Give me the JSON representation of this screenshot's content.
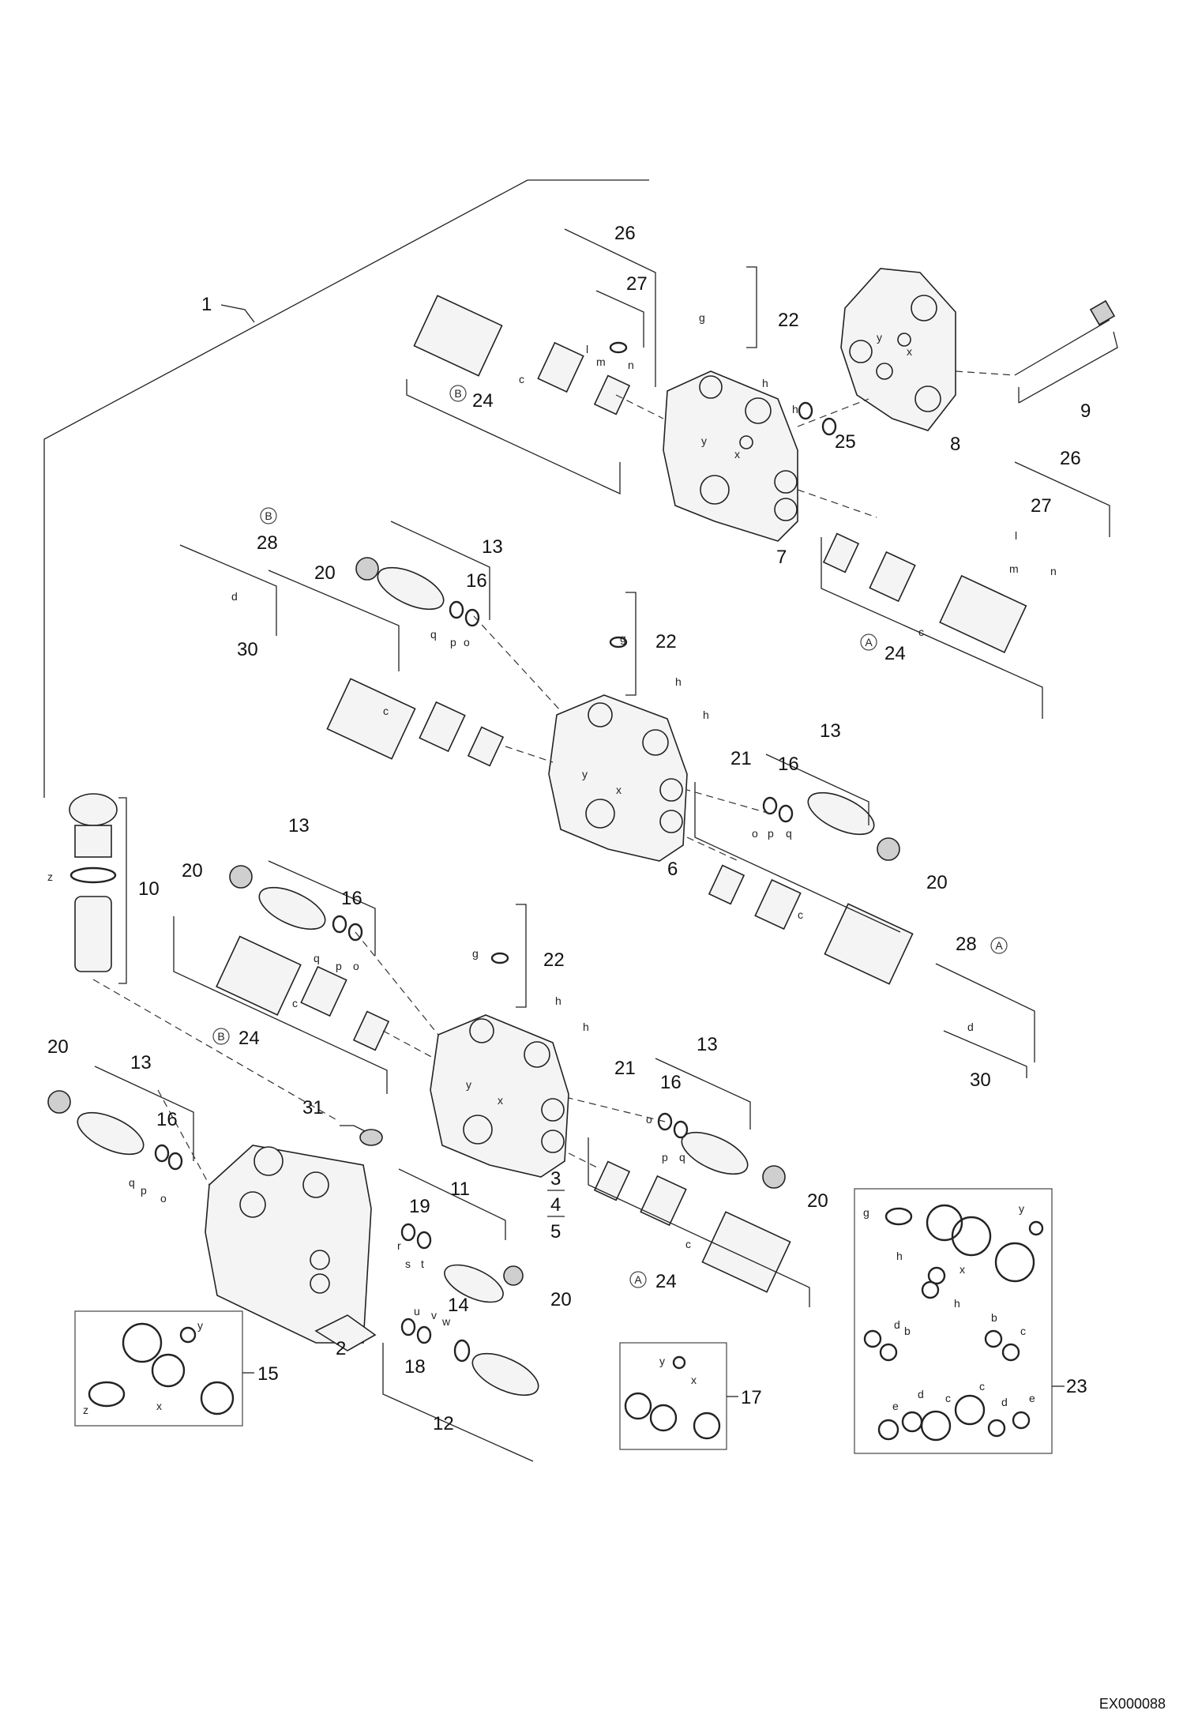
{
  "callouts": {
    "c1": "1",
    "c2": "2",
    "c3": "3",
    "c4": "4",
    "c5": "5",
    "c6": "6",
    "c7": "7",
    "c8": "8",
    "c9": "9",
    "c10": "10",
    "c11": "11",
    "c12": "12",
    "c13": "13",
    "c14": "14",
    "c15": "15",
    "c16": "16",
    "c17": "17",
    "c18": "18",
    "c19": "19",
    "c20": "20",
    "c21": "21",
    "c22": "22",
    "c23": "23",
    "c24": "24",
    "c25": "25",
    "c26": "26",
    "c27": "27",
    "c28": "28",
    "c30": "30",
    "c31": "31"
  },
  "markers": {
    "a": "A",
    "b": "B"
  },
  "seal_letters": {
    "b": "b",
    "c": "c",
    "d": "d",
    "e": "e",
    "g": "g",
    "h": "h",
    "l": "l",
    "m": "m",
    "n": "n",
    "o": "o",
    "p": "p",
    "q": "q",
    "r": "r",
    "s": "s",
    "t": "t",
    "u": "u",
    "v": "v",
    "w": "w",
    "x": "x",
    "y": "y",
    "z": "z"
  },
  "footer": {
    "code": "EX000088"
  }
}
